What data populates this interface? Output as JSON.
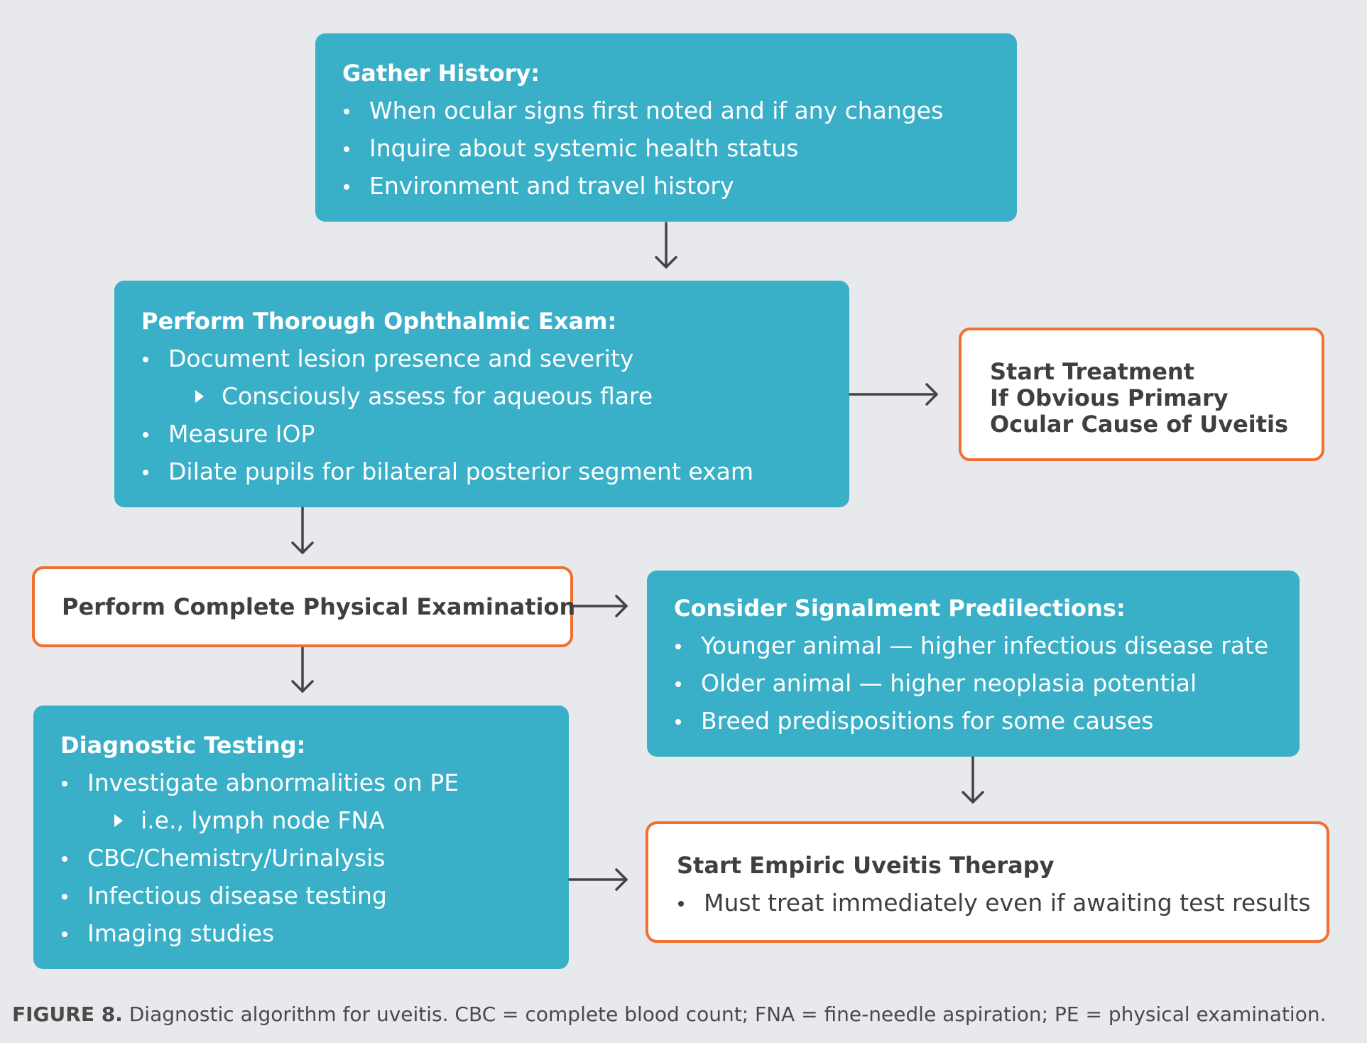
{
  "boxes": {
    "gather_history": {
      "title": "Gather History:",
      "items": [
        "When ocular signs first noted and if any changes",
        "Inquire about systemic health status",
        "Environment and travel history"
      ]
    },
    "ophthalmic_exam": {
      "title": "Perform Thorough Ophthalmic Exam:",
      "items": [
        "Document lesion presence and severity",
        "Consciously assess for aqueous flare",
        "Measure IOP",
        "Dilate pupils for bilateral posterior segment exam"
      ]
    },
    "start_treatment": {
      "lines": [
        "Start Treatment",
        "If Obvious Primary",
        "Ocular Cause of Uveitis"
      ]
    },
    "physical_exam": {
      "title": "Perform Complete Physical Examination"
    },
    "signalment": {
      "title": "Consider Signalment Predilections:",
      "items": [
        "Younger animal — higher infectious disease rate",
        "Older animal — higher neoplasia potential",
        "Breed predispositions for some causes"
      ]
    },
    "diagnostic_testing": {
      "title": "Diagnostic Testing:",
      "items": [
        "Investigate abnormalities on PE",
        "i.e., lymph node FNA",
        "CBC/Chemistry/Urinalysis",
        "Infectious disease testing",
        "Imaging studies"
      ]
    },
    "empiric_therapy": {
      "title": "Start Empiric Uveitis Therapy",
      "items": [
        "Must treat immediately even if awaiting test results"
      ]
    }
  },
  "caption": {
    "label": "FIGURE 8.",
    "text": "Diagnostic algorithm for uveitis. CBC = complete blood count; FNA = fine-needle aspiration; PE = physical examination."
  },
  "colors": {
    "teal_box": "#3aafc8",
    "outline_border": "#ef7030",
    "background": "#e8e9ec",
    "arrow": "#444444"
  }
}
